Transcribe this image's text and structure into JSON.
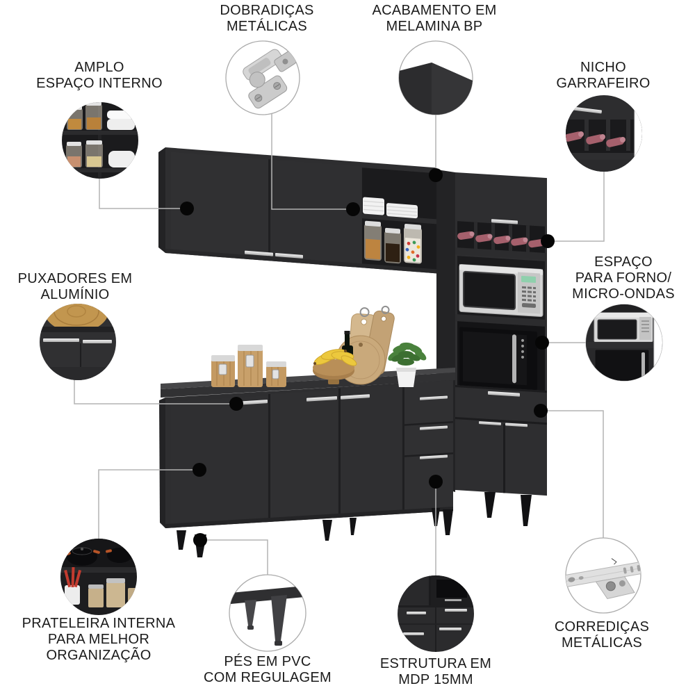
{
  "background": "#ffffff",
  "colors": {
    "cabinet_front": "#2e2e30",
    "cabinet_side": "#232325",
    "cabinet_interior": "#1b1b1d",
    "countertop": "#454547",
    "handle_silver": "#d6d6d6",
    "connector_line": "#b3b3b3",
    "callout_dot": "#060606",
    "label_text": "#1b1b1b",
    "wood": "#c49a62",
    "wine_bottle_rose": "#a5606c",
    "plant_green": "#49813c"
  },
  "callouts": {
    "dobradicas": {
      "lines": [
        "DOBRADIÇAS",
        "METÁLICAS"
      ]
    },
    "acabamento": {
      "lines": [
        "ACABAMENTO EM",
        "MELAMINA BP"
      ]
    },
    "amplo_espaco": {
      "lines": [
        "AMPLO",
        "ESPAÇO INTERNO"
      ]
    },
    "nicho_garrafeiro": {
      "lines": [
        "NICHO",
        "GARRAFEIRO"
      ]
    },
    "puxadores": {
      "lines": [
        "PUXADORES EM",
        "ALUMÍNIO"
      ]
    },
    "forno_microondas": {
      "lines": [
        "ESPAÇO",
        "PARA FORNO/",
        "MICRO-ONDAS"
      ]
    },
    "prateleira": {
      "lines": [
        "PRATELEIRA INTERNA",
        "PARA MELHOR",
        "ORGANIZAÇÃO"
      ]
    },
    "pes_pvc": {
      "lines": [
        "PÉS EM PVC",
        "COM REGULAGEM"
      ]
    },
    "estrutura": {
      "lines": [
        "ESTRUTURA EM",
        "MDP 15MM"
      ]
    },
    "corredicas": {
      "lines": [
        "CORREDIÇAS",
        "METÁLICAS"
      ]
    }
  }
}
